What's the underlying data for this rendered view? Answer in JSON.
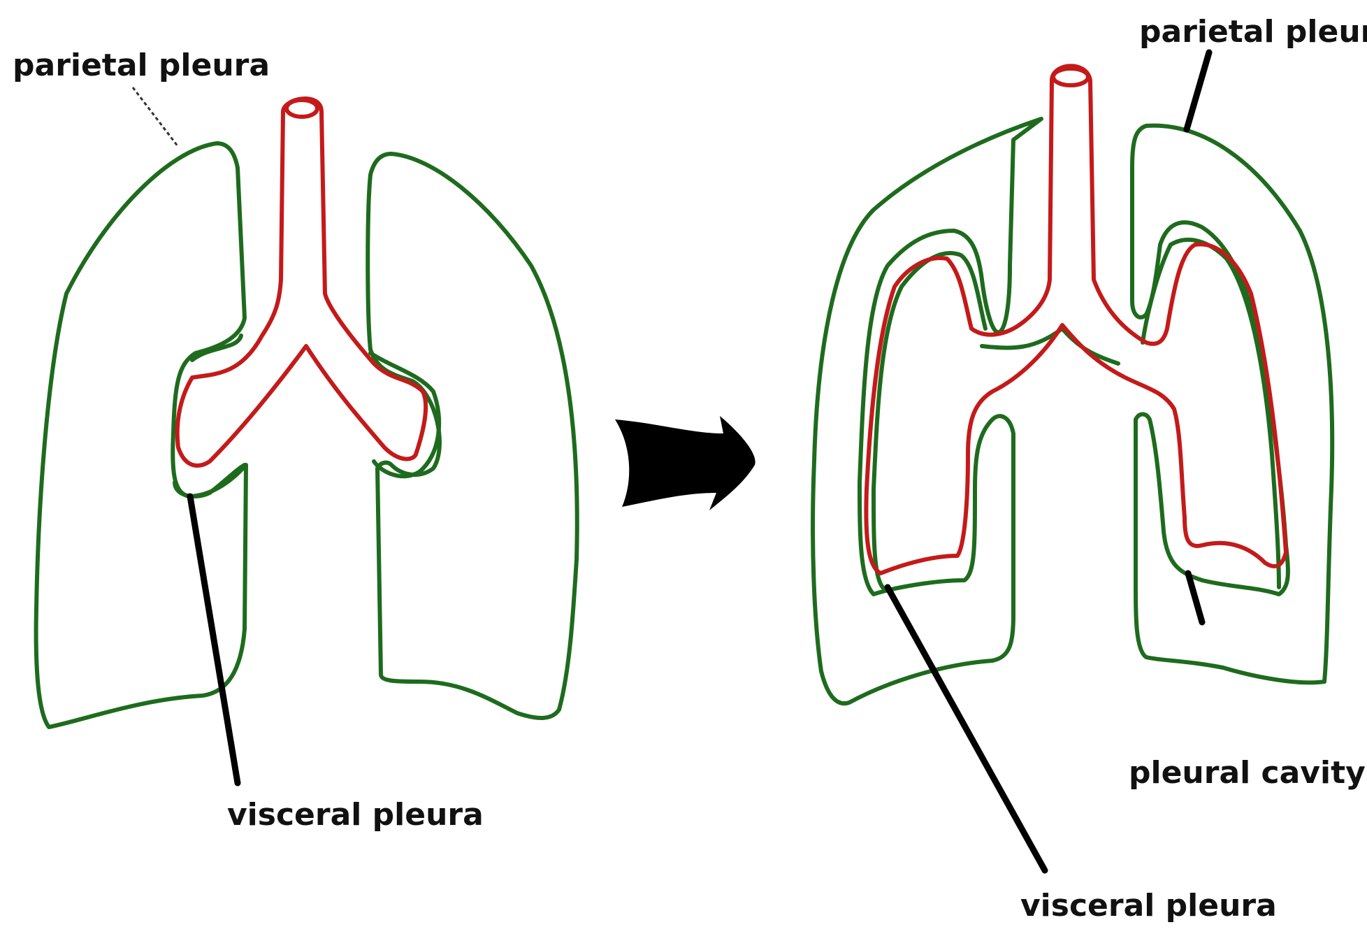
{
  "labels": {
    "left_parietal": "parietal pleura",
    "left_visceral": "visceral pleura",
    "right_parietal": "parietal pleura",
    "right_cavity": "pleural cavity",
    "right_visceral": "visceral pleura"
  },
  "colors": {
    "pleura_green": "#1e6b1e",
    "airway_red": "#c41a1a",
    "arrow": "#000000",
    "background": "#ffffff"
  },
  "icons": {
    "transition_arrow": "right-arrow-icon"
  }
}
